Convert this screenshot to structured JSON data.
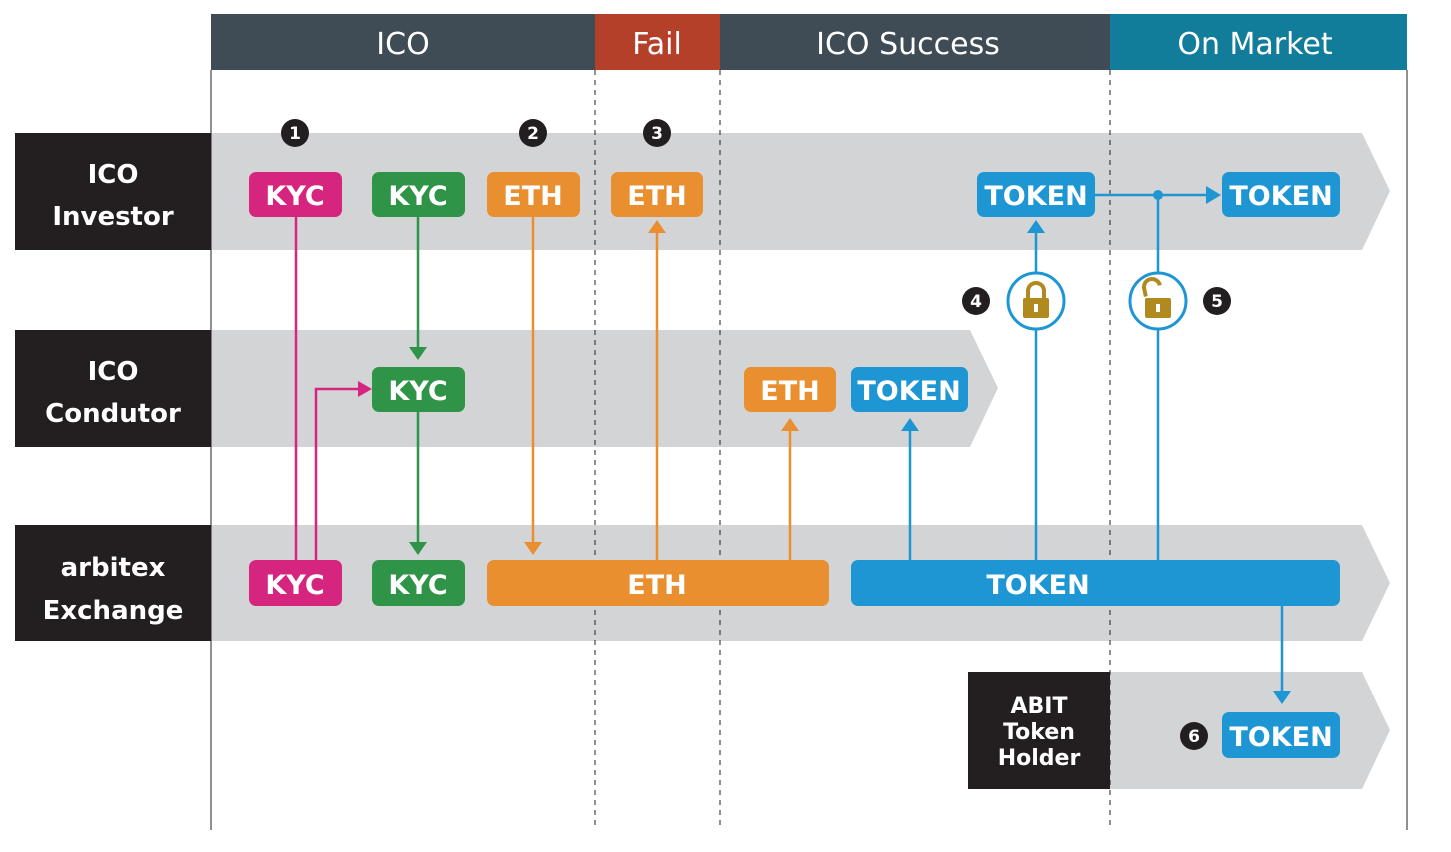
{
  "phases": [
    {
      "label": "ICO",
      "color": "#3f4b55"
    },
    {
      "label": "Fail",
      "color": "#b4402a"
    },
    {
      "label": "ICO Success",
      "color": "#3f4b55"
    },
    {
      "label": "On Market",
      "color": "#127c9b"
    }
  ],
  "rows": {
    "investor": [
      "ICO",
      "Investor"
    ],
    "conductor": [
      "ICO",
      "Condutor"
    ],
    "exchange": [
      "arbitex",
      "Exchange"
    ],
    "holder": [
      "ABIT",
      "Token",
      "Holder"
    ]
  },
  "pills": {
    "inv_kyc_1": "KYC",
    "inv_kyc_2": "KYC",
    "inv_eth_1": "ETH",
    "inv_eth_2": "ETH",
    "inv_token_1": "TOKEN",
    "inv_token_2": "TOKEN",
    "cond_kyc": "KYC",
    "cond_eth": "ETH",
    "cond_token": "TOKEN",
    "ex_kyc_1": "KYC",
    "ex_kyc_2": "KYC",
    "ex_eth": "ETH",
    "ex_token": "TOKEN",
    "holder_token": "TOKEN"
  },
  "steps": [
    "1",
    "2",
    "3",
    "4",
    "5",
    "6"
  ],
  "icons": {
    "locked": "padlock-closed-icon",
    "unlocked": "padlock-open-icon"
  },
  "colors": {
    "kyc_magenta": "#d6257f",
    "kyc_green": "#2f9447",
    "eth_orange": "#e98f30",
    "token_blue": "#1e96d4",
    "lane_gray": "#d3d4d6",
    "label_dark": "#231f20",
    "lock_gold": "#b08a1e"
  }
}
